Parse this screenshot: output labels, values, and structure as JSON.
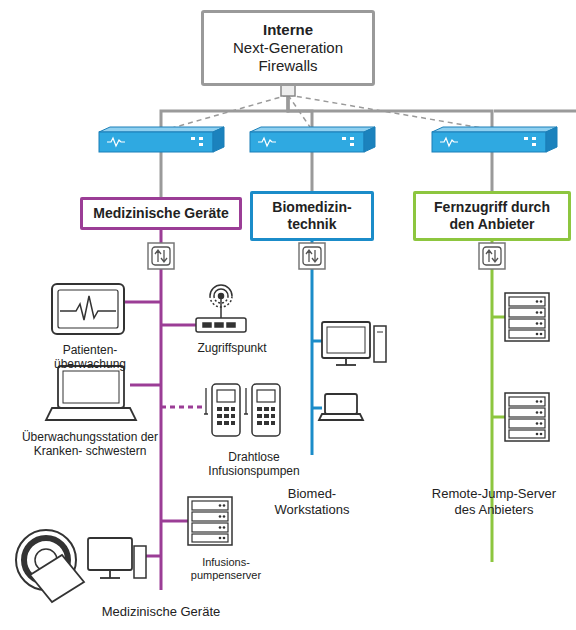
{
  "diagram": {
    "nodes": [
      {
        "text": [
          "Interne",
          "Next-Generation Firewalls"
        ]
      },
      {
        "text": [
          "Medizinische Geräte"
        ]
      },
      {
        "text": [
          "Biomedizin- technik"
        ]
      },
      {
        "text": [
          "Fernzugriff durch den Anbieter"
        ]
      }
    ],
    "edges": [
      {
        "from": 0,
        "to": 1,
        "arrow": "none"
      },
      {
        "from": 0,
        "to": 2,
        "arrow": "none"
      },
      {
        "from": 0,
        "to": 3,
        "arrow": "none"
      }
    ],
    "labels": [
      "Patienten- überwachung",
      "Zugriffspunkt",
      "Überwachungsstation der Kranken- schwestern",
      "Drahtlose Infusionspumpen",
      "Infusions- pumpenserver",
      "Medizinische Geräte",
      "Biomed- Workstations",
      "Remote-Jump-Server des Anbieters"
    ]
  }
}
